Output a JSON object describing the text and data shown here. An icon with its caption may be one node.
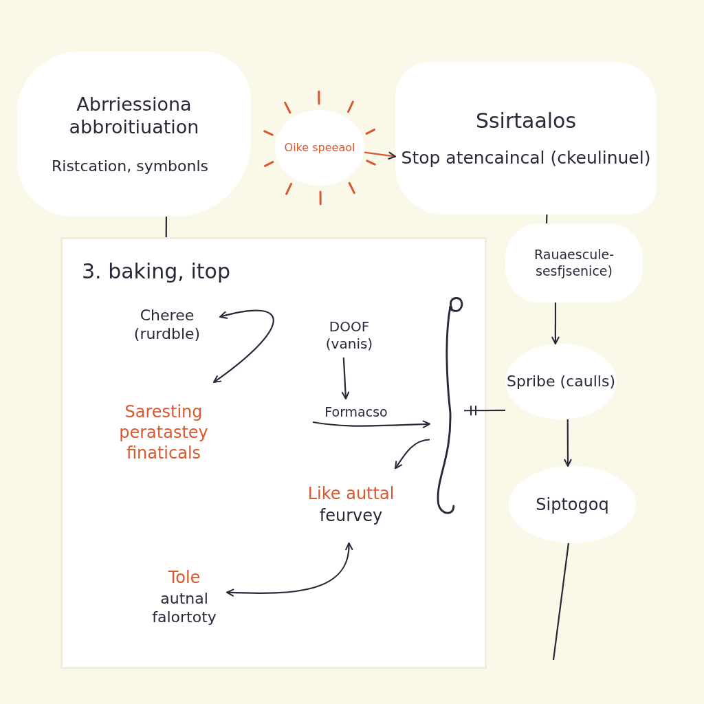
{
  "diagram": {
    "nodes": [
      {
        "text": [
          "Abrriessiona abbroitiuation",
          "Ristcation, symbonls"
        ]
      },
      {
        "text": [
          "Oike speeaol"
        ]
      },
      {
        "text": [
          "Ssirtaalos",
          "Stop atencaincal (ckeulinuel)"
        ]
      },
      {
        "text": [
          "3. baking, itop"
        ]
      },
      {
        "text": [
          "Cheree (rurdble)"
        ],
        "in": 3
      },
      {
        "text": [
          "Saresting peratastey finaticals"
        ],
        "in": 3
      },
      {
        "text": [
          "DOOF (vanis)"
        ],
        "in": 3
      },
      {
        "text": [
          "Formacso"
        ],
        "in": 3
      },
      {
        "text": [
          "Like auttal",
          "feurvey"
        ],
        "in": 3
      },
      {
        "text": [
          "Tole",
          "autnal falortoty"
        ],
        "in": 3
      },
      {
        "text": [],
        "shape": "bracket",
        "in": 3
      },
      {
        "text": [
          "Rauaescule- sesfjsenice)"
        ]
      },
      {
        "text": [
          "Spribe (caulls)"
        ]
      },
      {
        "text": [
          "Siptogoq"
        ]
      }
    ],
    "edges": [
      {
        "from": 0,
        "to": 3,
        "arrow": "none"
      },
      {
        "from": 1,
        "to": 2,
        "arrow": "to",
        "color": "#d9582f"
      },
      {
        "from": 2,
        "to": 11,
        "arrow": "none"
      },
      {
        "from": 11,
        "to": 12,
        "arrow": "to"
      },
      {
        "from": 12,
        "to": 13,
        "arrow": "to"
      },
      {
        "from": 13,
        "to": null,
        "arrow": "none"
      },
      {
        "from": 4,
        "to": 5,
        "arrow": "both"
      },
      {
        "from": 6,
        "to": 7,
        "arrow": "to"
      },
      {
        "from": 7,
        "to": 10,
        "arrow": "to"
      },
      {
        "from": 10,
        "to": 8,
        "arrow": "to"
      },
      {
        "from": 9,
        "to": 8,
        "arrow": "both"
      },
      {
        "from": 10,
        "to": 12,
        "arrow": "other"
      }
    ]
  }
}
